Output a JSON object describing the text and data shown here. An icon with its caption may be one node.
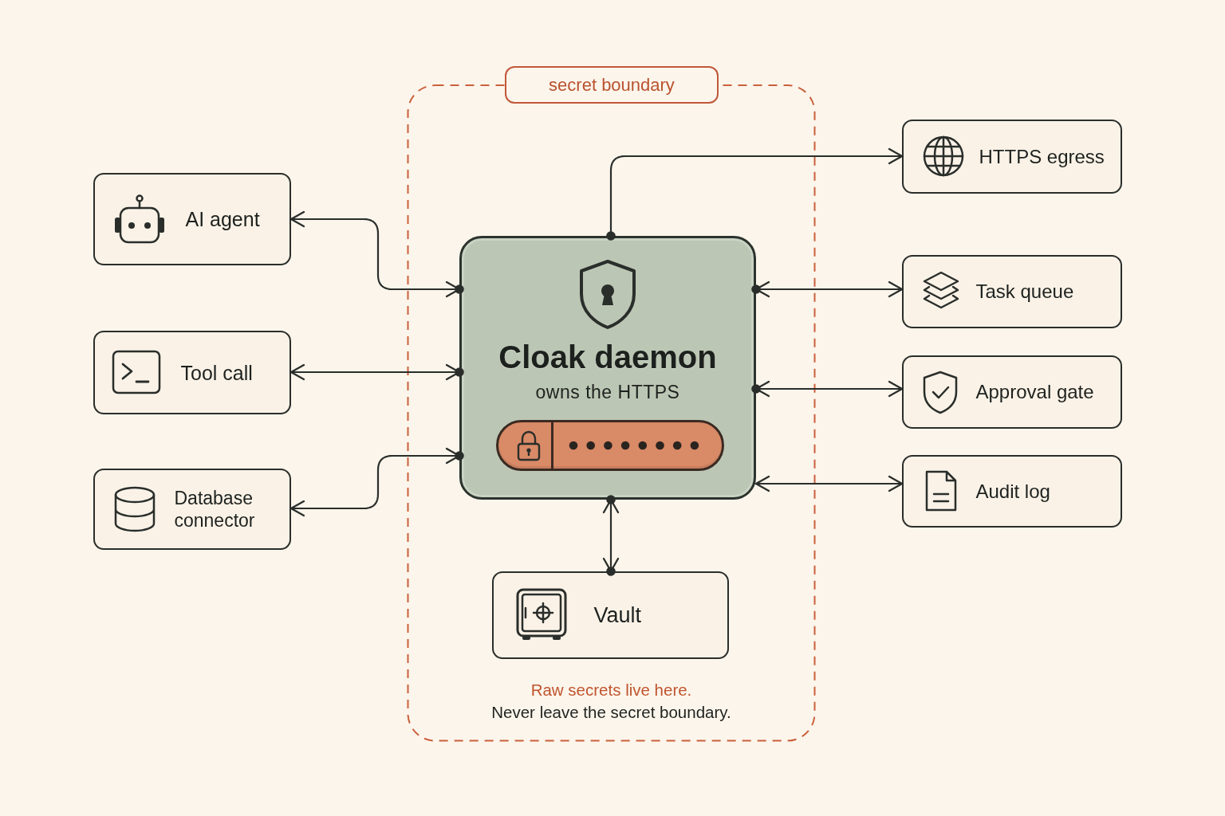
{
  "diagram": {
    "nodes": [
      {
        "text": [
          "secret boundary",
          "Raw secrets live here.",
          "Never leave the secret boundary."
        ]
      },
      {
        "text": [
          "AI agent"
        ]
      },
      {
        "text": [
          "Tool call"
        ]
      },
      {
        "text": [
          "Database connector"
        ]
      },
      {
        "text": [
          "Cloak daemon",
          "owns the HTTPS"
        ],
        "in": 0
      },
      {
        "text": [
          "HTTPS egress"
        ]
      },
      {
        "text": [
          "Task queue"
        ]
      },
      {
        "text": [
          "Approval gate"
        ]
      },
      {
        "text": [
          "Audit log"
        ]
      },
      {
        "text": [
          "Vault"
        ],
        "in": 0
      }
    ],
    "edges": [
      {
        "from": 1,
        "to": 4,
        "arrow": "both"
      },
      {
        "from": 2,
        "to": 4,
        "arrow": "both"
      },
      {
        "from": 3,
        "to": 4,
        "arrow": "both"
      },
      {
        "from": 4,
        "to": 5,
        "arrow": "to"
      },
      {
        "from": 4,
        "to": 6,
        "arrow": "both"
      },
      {
        "from": 4,
        "to": 7,
        "arrow": "both"
      },
      {
        "from": 4,
        "to": 8,
        "arrow": "both"
      },
      {
        "from": 4,
        "to": 9,
        "arrow": "both"
      }
    ]
  }
}
